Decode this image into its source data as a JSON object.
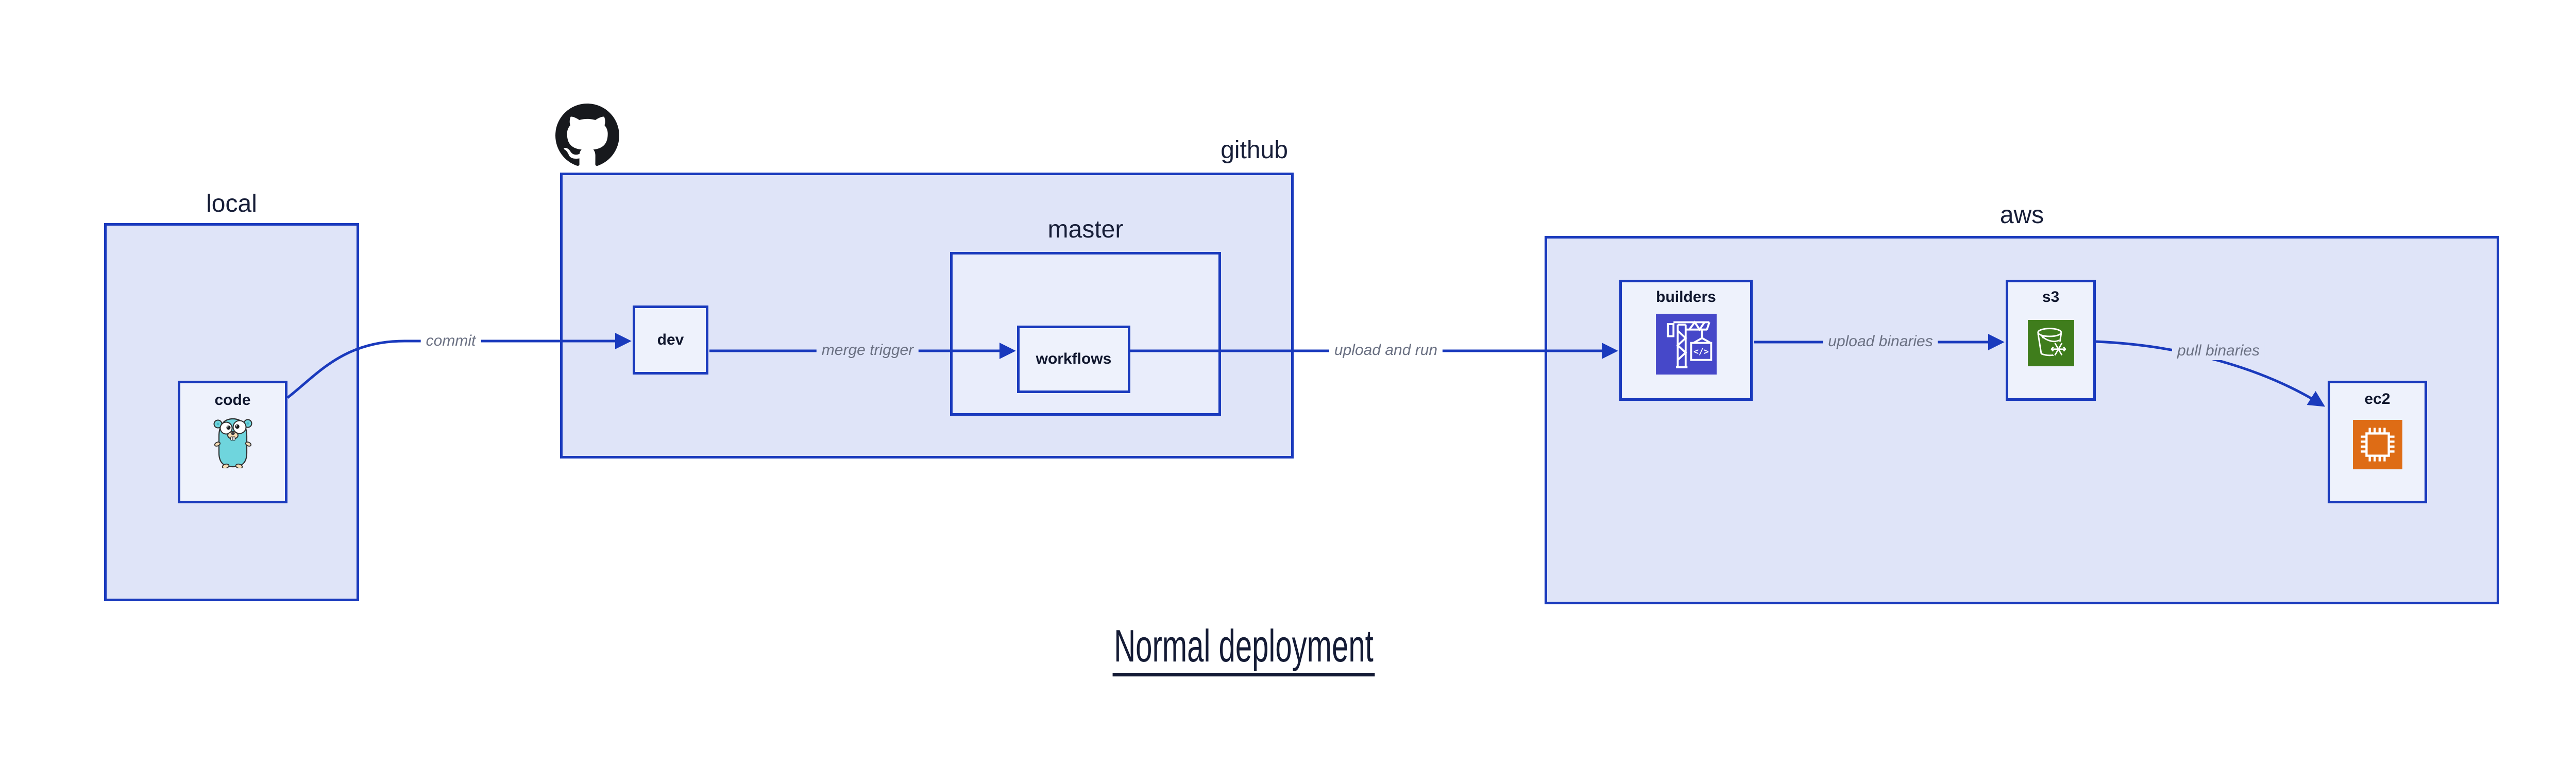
{
  "title": {
    "text": "Normal deployment"
  },
  "groups": {
    "local": {
      "label": "local"
    },
    "github": {
      "label": "github"
    },
    "master": {
      "label": "master"
    },
    "aws": {
      "label": "aws"
    }
  },
  "nodes": {
    "code": {
      "label": "code"
    },
    "dev": {
      "label": "dev"
    },
    "workflows": {
      "label": "workflows"
    },
    "builders": {
      "label": "builders"
    },
    "s3": {
      "label": "s3"
    },
    "ec2": {
      "label": "ec2"
    }
  },
  "edges": {
    "commit": {
      "label": "commit"
    },
    "merge_trigger": {
      "label": "merge trigger"
    },
    "upload_and_run": {
      "label": "upload and run"
    },
    "upload_binaries": {
      "label": "upload binaries"
    },
    "pull_binaries": {
      "label": "pull binaries"
    }
  },
  "icons": {
    "github_logo": "github-octocat-icon",
    "code_mascot": "go-gopher-icon",
    "builders_icon": "codebuild-crane-icon",
    "builders_icon_glyph": "</>",
    "s3_icon": "s3-glacier-bucket-icon",
    "ec2_icon": "ec2-chip-icon"
  },
  "colors": {
    "box_border": "#1a3abd",
    "arrow": "#1a3abd",
    "group_fill": "#dfe4f8",
    "master_fill": "#e9edfb",
    "node_fill": "#eef2fc",
    "heading_text": "#171e38",
    "node_label_text": "#10172e",
    "edge_label_text": "#6b7183",
    "builders_bg": "#4648c9",
    "s3_bg": "#3f7d1c",
    "ec2_bg": "#de6c15",
    "gopher_body": "#6fd5dd",
    "octocat": "#17191d",
    "canvas_bg": "#ffffff"
  }
}
